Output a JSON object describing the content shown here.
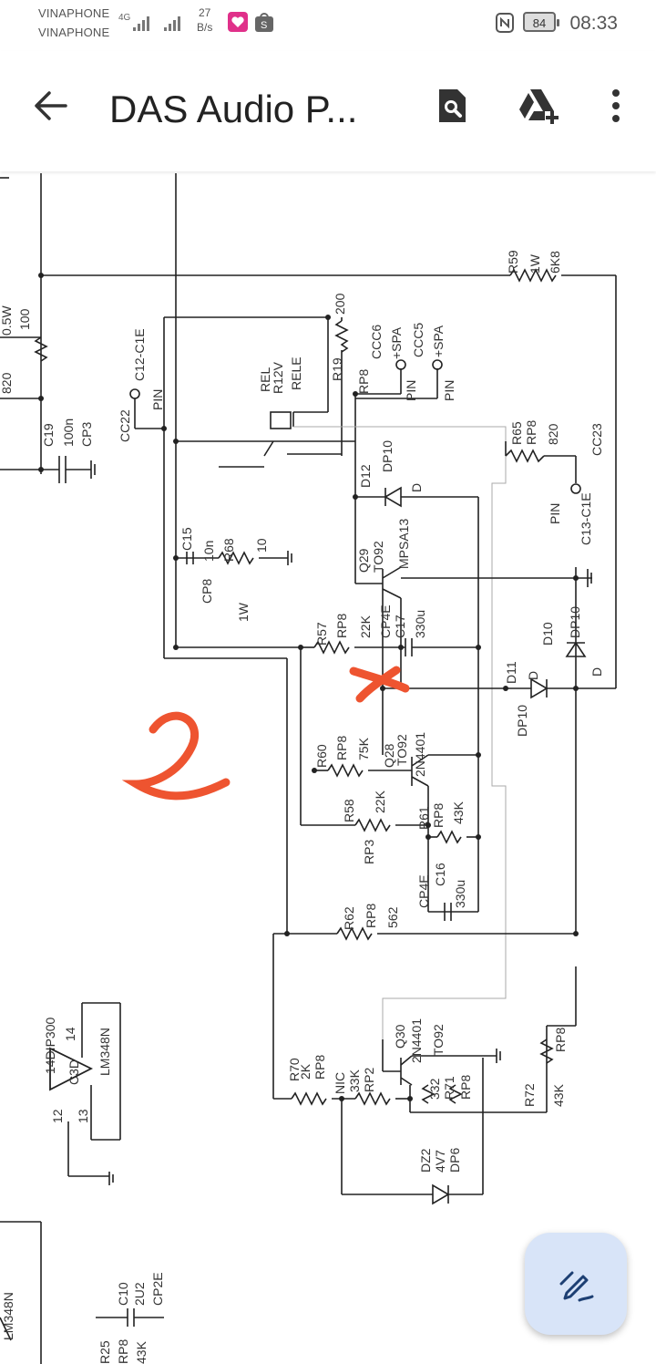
{
  "status_bar": {
    "carrier_1": "VINAPHONE",
    "carrier_2": "VINAPHONE",
    "network_type": "4G",
    "speed_value": "27",
    "speed_unit": "B/s",
    "battery": "84",
    "time": "08:33",
    "icons": [
      "signal-icon",
      "lazada-icon",
      "shopee-icon",
      "nfc-icon",
      "battery-icon"
    ]
  },
  "app_bar": {
    "title": "DAS Audio P...",
    "icons": [
      "back-arrow-icon",
      "search-document-icon",
      "drive-add-icon",
      "more-vert-icon"
    ]
  },
  "fab": {
    "icon": "edit-pen-icon"
  },
  "schematic": {
    "labels": {
      "r59": "R59",
      "r59_w": "1W",
      "r59_v": "6K8",
      "r19": "R19",
      "r19_v": "200",
      "r19_pkg": "RP8",
      "ccc6": "CCC6",
      "ccc6_sub": "+SPA",
      "ccc5": "CCC5",
      "ccc5_sub": "+SPA",
      "pin": "PIN",
      "rel": "REL",
      "r12v": "R12V",
      "rele": "RELE",
      "c12": "C12-C1E",
      "cc22": "CC22",
      "r65": "R65",
      "r65_pkg": "RP8",
      "r65_v": "820",
      "cc23": "CC23",
      "d12": "D12",
      "dp10": "DP10",
      "d": "D",
      "q29": "Q29",
      "to92": "TO92",
      "mpsa13": "MPSA13",
      "c13": "C13-C1E",
      "c15": "C15",
      "c15_v": "10n",
      "r68": "R68",
      "r68_v": "10",
      "cp8": "CP8",
      "w1": "1W",
      "r57": "R57",
      "rp8": "RP8",
      "k22": "22K",
      "cp4e": "CP4E",
      "c17": "C17",
      "u330": "330u",
      "d10": "D10",
      "d11": "D11",
      "r60": "R60",
      "k75": "75K",
      "q28": "Q28",
      "n4401": "2N4401",
      "r58": "R58",
      "r61": "R61",
      "k43": "43K",
      "rp3": "RP3",
      "c16": "C16",
      "r62": "R62",
      "v562": "562",
      "q30": "Q30",
      "r70": "R70",
      "k2": "2K",
      "nic": "NIC",
      "k33": "33K",
      "rp2": "RP2",
      "v332": "332",
      "r71": "R71",
      "r72": "R72",
      "dz2": "DZ2",
      "v4v7": "4V7",
      "dp6": "DP6",
      "dip": "14DIP300",
      "p14": "14",
      "lm348n": "LM348N",
      "c3d": "C3D",
      "p12": "12",
      "p13": "13",
      "c19": "C19",
      "v100n": "100n",
      "cp3": "CP3",
      "v820": "820",
      "w05": "0.5W",
      "v100": "100",
      "c10": "C10",
      "v2u2": "2U2",
      "cp2e": "CP2E",
      "r25": "R25",
      "annotation_2": "2"
    }
  }
}
